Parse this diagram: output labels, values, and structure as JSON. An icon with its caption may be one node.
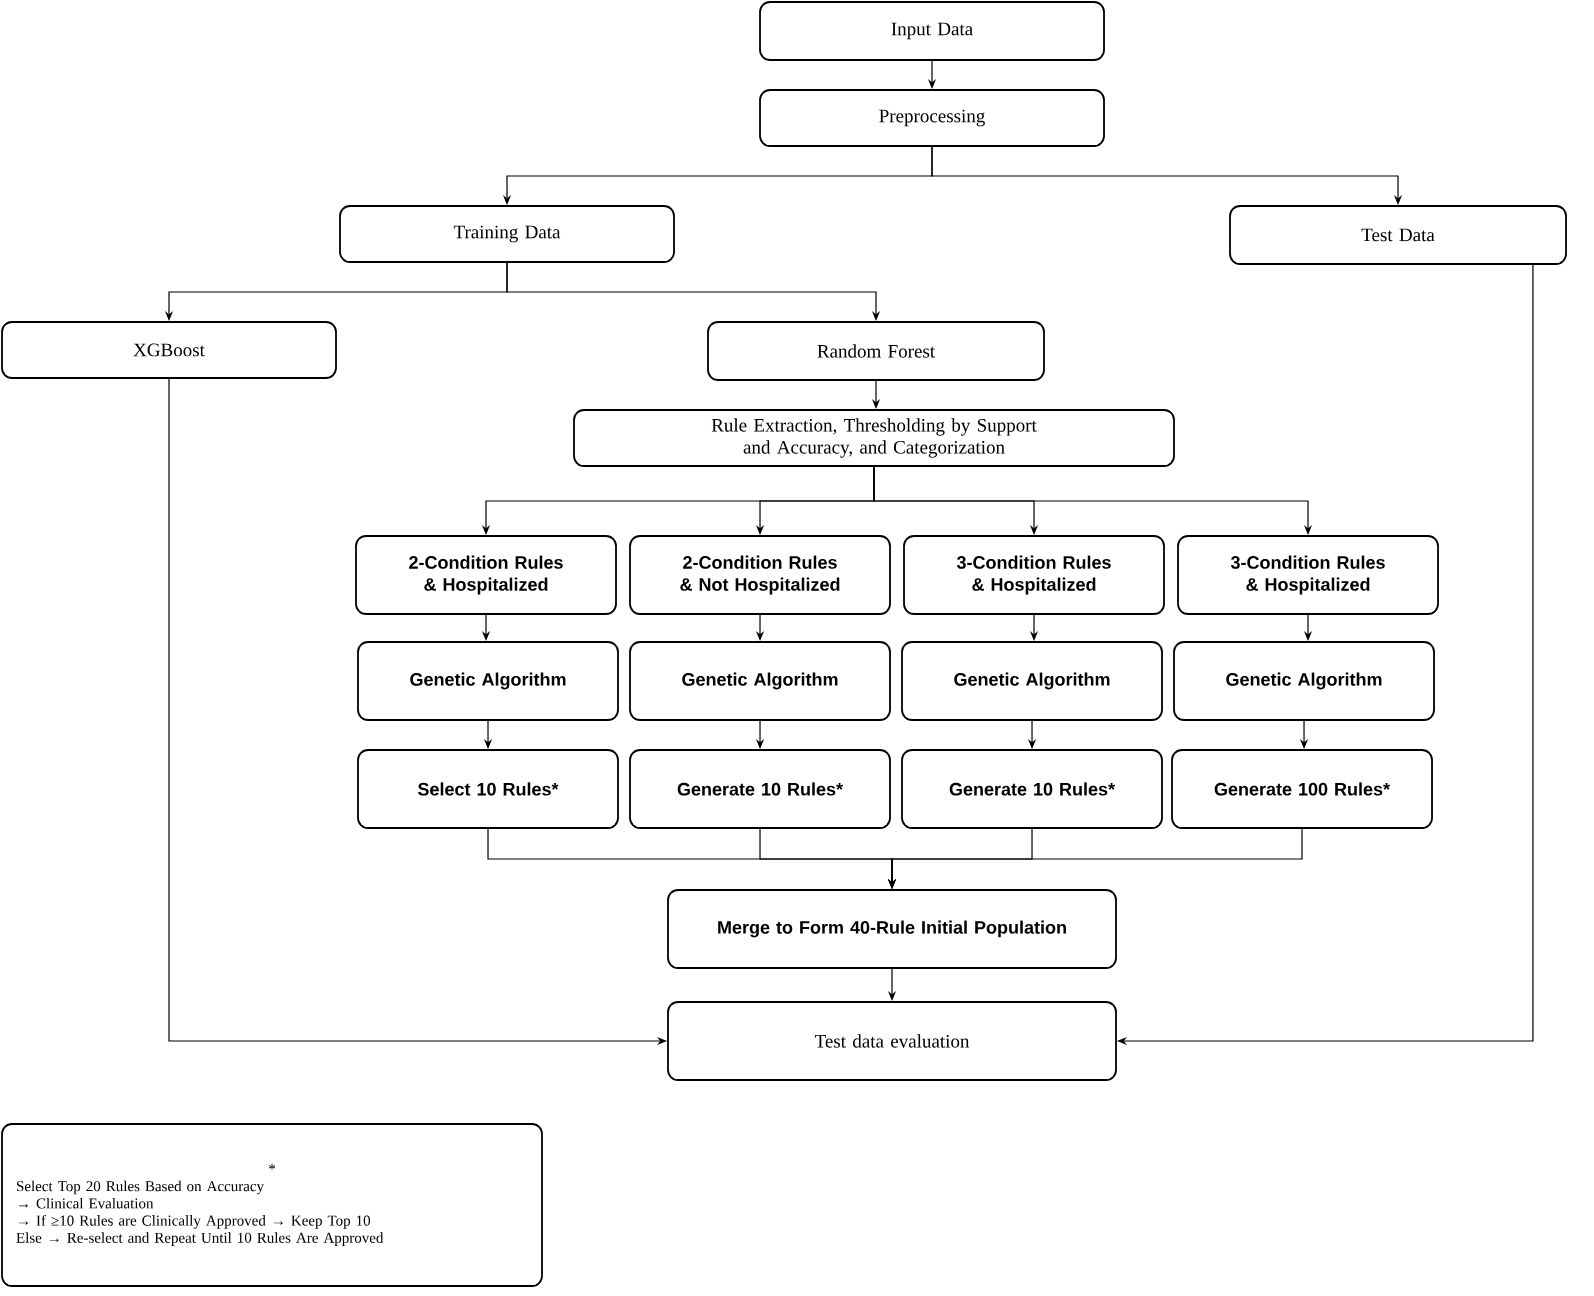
{
  "diagram": {
    "nodes": [
      {
        "text": [
          "Input Data"
        ]
      },
      {
        "text": [
          "Preprocessing"
        ]
      },
      {
        "text": [
          "Training Data"
        ]
      },
      {
        "text": [
          "Test Data"
        ]
      },
      {
        "text": [
          "XGBoost"
        ]
      },
      {
        "text": [
          "Random Forest"
        ]
      },
      {
        "text": [
          "Rule Extraction, Thresholding by Support and Accuracy, and Categorization"
        ]
      },
      {
        "text": [
          "2-Condition Rules & Hospitalized"
        ]
      },
      {
        "text": [
          "2-Condition Rules & Not Hospitalized"
        ]
      },
      {
        "text": [
          "3-Condition Rules & Hospitalized"
        ]
      },
      {
        "text": [
          "3-Condition Rules & Hospitalized"
        ]
      },
      {
        "text": [
          "Genetic Algorithm"
        ]
      },
      {
        "text": [
          "Genetic Algorithm"
        ]
      },
      {
        "text": [
          "Genetic Algorithm"
        ]
      },
      {
        "text": [
          "Genetic Algorithm"
        ]
      },
      {
        "text": [
          "Select 10 Rules*"
        ]
      },
      {
        "text": [
          "Generate 10 Rules*"
        ]
      },
      {
        "text": [
          "Generate 10 Rules*"
        ]
      },
      {
        "text": [
          "Generate 100 Rules*"
        ]
      },
      {
        "text": [
          "Merge to Form 40-Rule Initial Population"
        ]
      },
      {
        "text": [
          "Test data evaluation"
        ]
      },
      {
        "text": [
          "*",
          "Select Top 20 Rules Based on Accuracy",
          "→ Clinical Evaluation",
          "→ If ≥10 Rules are Clinically Approved → Keep Top 10",
          "Else → Re-select and Repeat Until 10 Rules Are Approved"
        ]
      }
    ],
    "edges": [
      {
        "from": 0,
        "to": 1,
        "arrow": "to"
      },
      {
        "from": 1,
        "to": 2,
        "arrow": "to"
      },
      {
        "from": 1,
        "to": 3,
        "arrow": "to"
      },
      {
        "from": 2,
        "to": 4,
        "arrow": "to"
      },
      {
        "from": 2,
        "to": 5,
        "arrow": "to"
      },
      {
        "from": 5,
        "to": 6,
        "arrow": "to"
      },
      {
        "from": 6,
        "to": 7,
        "arrow": "to"
      },
      {
        "from": 6,
        "to": 8,
        "arrow": "to"
      },
      {
        "from": 6,
        "to": 9,
        "arrow": "to"
      },
      {
        "from": 6,
        "to": 10,
        "arrow": "to"
      },
      {
        "from": 7,
        "to": 11,
        "arrow": "to"
      },
      {
        "from": 8,
        "to": 12,
        "arrow": "to"
      },
      {
        "from": 9,
        "to": 13,
        "arrow": "to"
      },
      {
        "from": 10,
        "to": 14,
        "arrow": "to"
      },
      {
        "from": 11,
        "to": 15,
        "arrow": "to"
      },
      {
        "from": 12,
        "to": 16,
        "arrow": "to"
      },
      {
        "from": 13,
        "to": 17,
        "arrow": "to"
      },
      {
        "from": 14,
        "to": 18,
        "arrow": "to"
      },
      {
        "from": 15,
        "to": 19,
        "arrow": "to"
      },
      {
        "from": 16,
        "to": 19,
        "arrow": "to"
      },
      {
        "from": 17,
        "to": 19,
        "arrow": "to"
      },
      {
        "from": 18,
        "to": 19,
        "arrow": "to"
      },
      {
        "from": 19,
        "to": 20,
        "arrow": "to"
      },
      {
        "from": 4,
        "to": 20,
        "arrow": "to"
      },
      {
        "from": 3,
        "to": 20,
        "arrow": "to"
      }
    ]
  }
}
